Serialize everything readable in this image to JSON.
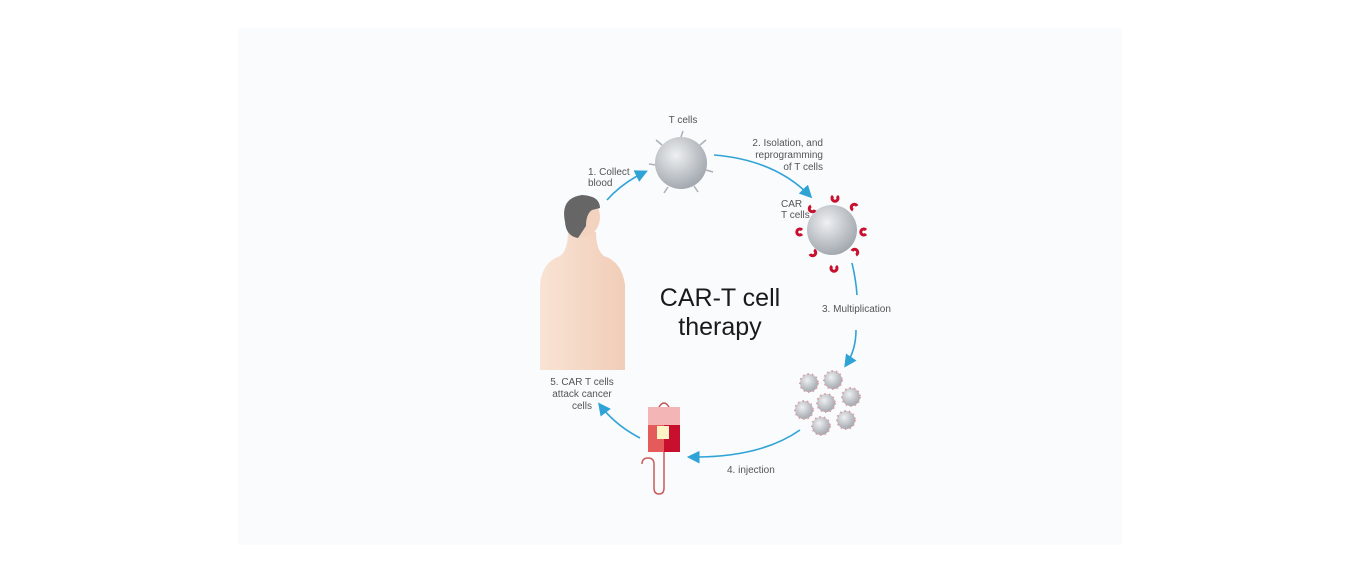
{
  "title": {
    "line1": "CAR-T cell",
    "line2": "therapy"
  },
  "labels": {
    "t_cells": "T cells",
    "car_t_cells": [
      "CAR",
      "T cells"
    ],
    "step1": [
      "1. Collect",
      "blood"
    ],
    "step2": [
      "2. Isolation, and",
      "reprogramming",
      "of T cells"
    ],
    "step3": "3. Multiplication",
    "step4": "4. injection",
    "step5": [
      "5. CAR T cells",
      "attack cancer",
      "cells"
    ]
  },
  "colors": {
    "arrow": "#2fa3d6",
    "receptor": "#c8102e",
    "cell": "#b9bec4",
    "skin": "#f6d9c6"
  }
}
